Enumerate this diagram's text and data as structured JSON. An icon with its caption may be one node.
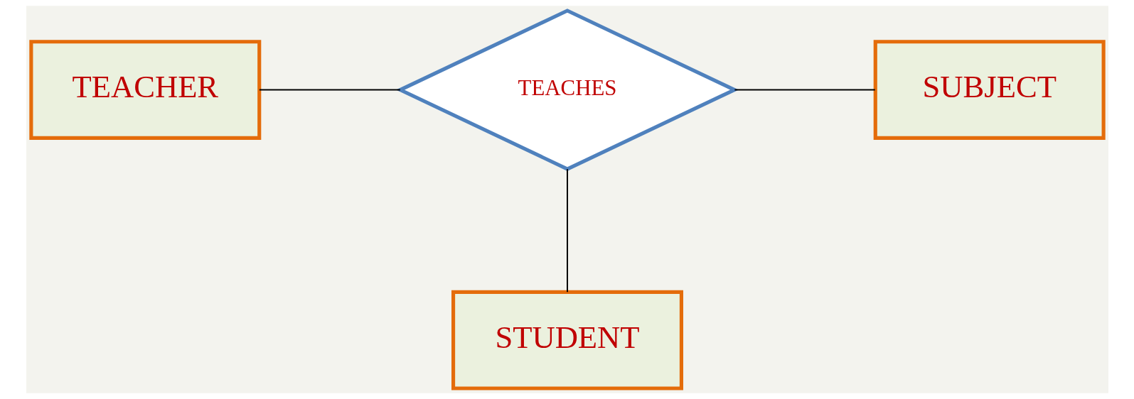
{
  "diagram": {
    "nodes": [
      {
        "text": [
          "TEACHER"
        ]
      },
      {
        "text": [
          "TEACHES"
        ]
      },
      {
        "text": [
          "SUBJECT"
        ]
      },
      {
        "text": [
          "STUDENT"
        ]
      }
    ],
    "edges": [
      {
        "from": 0,
        "to": 1,
        "arrow": "none"
      },
      {
        "from": 1,
        "to": 2,
        "arrow": "none"
      },
      {
        "from": 1,
        "to": 3,
        "arrow": "none"
      }
    ]
  }
}
